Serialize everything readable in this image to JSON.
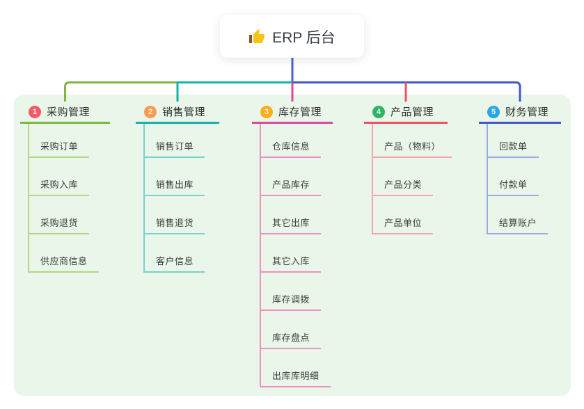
{
  "root": {
    "label": "ERP 后台",
    "icon": "thumbs-up-icon",
    "icon_colors": {
      "hand": "#f9c513",
      "cuff": "#8f5328"
    },
    "connector_color": "#4c5ed6"
  },
  "panel": {
    "background_color": "#e9f6e9"
  },
  "branches": [
    {
      "badge": "1",
      "badge_color": "#f25b66",
      "title": "采购管理",
      "line_color": "#7fb63f",
      "child_line_color": "#b0d683",
      "children": [
        "采购订单",
        "采购入库",
        "采购退货",
        "供应商信息"
      ]
    },
    {
      "badge": "2",
      "badge_color": "#ff9a4e",
      "title": "销售管理",
      "line_color": "#13b3a9",
      "child_line_color": "#77d2c9",
      "children": [
        "销售订单",
        "销售出库",
        "销售退货",
        "客户信息"
      ]
    },
    {
      "badge": "3",
      "badge_color": "#ffad17",
      "title": "库存管理",
      "line_color": "#e0469c",
      "child_line_color": "#ef8ec3",
      "children": [
        "仓库信息",
        "产品库存",
        "其它出库",
        "其它入库",
        "库存调拨",
        "库存盘点",
        "出库库明细"
      ]
    },
    {
      "badge": "4",
      "badge_color": "#2eb566",
      "title": "产品管理",
      "line_color": "#f05060",
      "child_line_color": "#f8a2ab",
      "children": [
        "产品（物料）",
        "产品分类",
        "产品单位"
      ]
    },
    {
      "badge": "5",
      "badge_color": "#2aa5e5",
      "title": "财务管理",
      "line_color": "#4156cf",
      "child_line_color": "#9aaae3",
      "children": [
        "回款单",
        "付款单",
        "结算账户"
      ]
    }
  ]
}
